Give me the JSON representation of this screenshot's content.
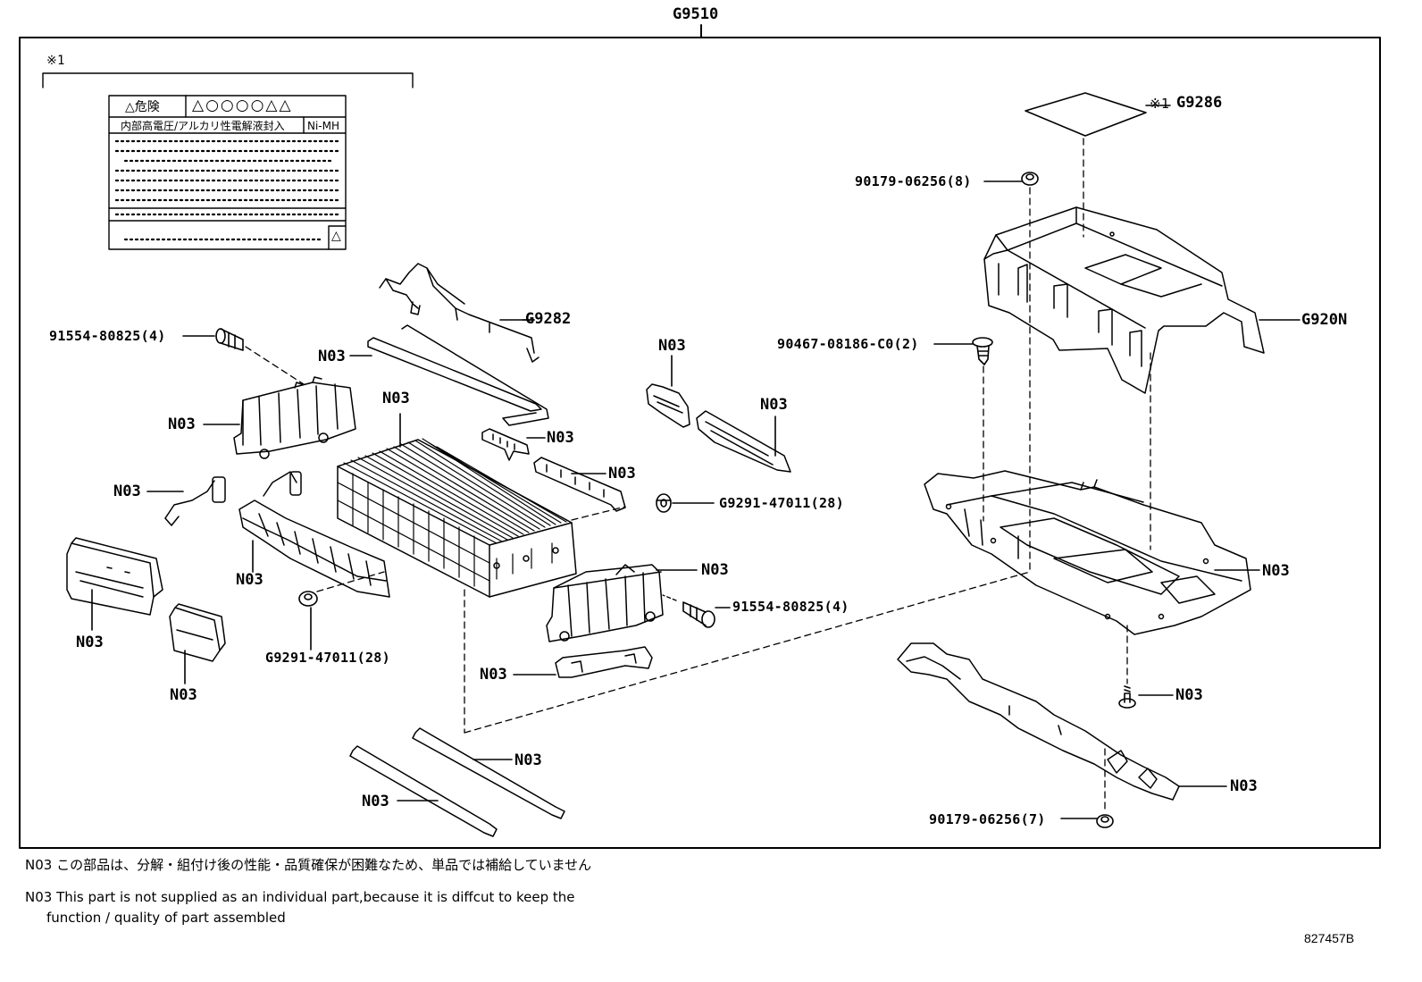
{
  "assembly_label": "G9510",
  "kit_marker": "※1",
  "parts": {
    "g9286": "G9286",
    "g9286_prefix": "※1",
    "nut_top": "90179-06256(8)",
    "g920n": "G920N",
    "clip": "90467-08186-C0(2)",
    "g9282": "G9282",
    "bolt_left": "91554-80825(4)",
    "bolt_right": "91554-80825(4)",
    "nut_right": "G9291-47011(28)",
    "nut_left": "G9291-47011(28)",
    "nut_bottom": "90179-06256(7)",
    "n03": "N03"
  },
  "label_sticker": {
    "warning_header": "△危険",
    "symbols": "△○○○○△△",
    "subheader": "内部高電圧/アルカリ性電解液封入",
    "tag": "Ni-MH"
  },
  "notes": {
    "jp": "N03 この部品は、分解・組付け後の性能・品質確保が困難なため、単品では補給していません",
    "en_line1": "N03 This part is not supplied as an  individual part,because it is diffcut to keep the",
    "en_line2": "function / quality of part assembled"
  },
  "reference_code": "827457B",
  "colors": {
    "ink": "#000000",
    "paper": "#ffffff"
  }
}
